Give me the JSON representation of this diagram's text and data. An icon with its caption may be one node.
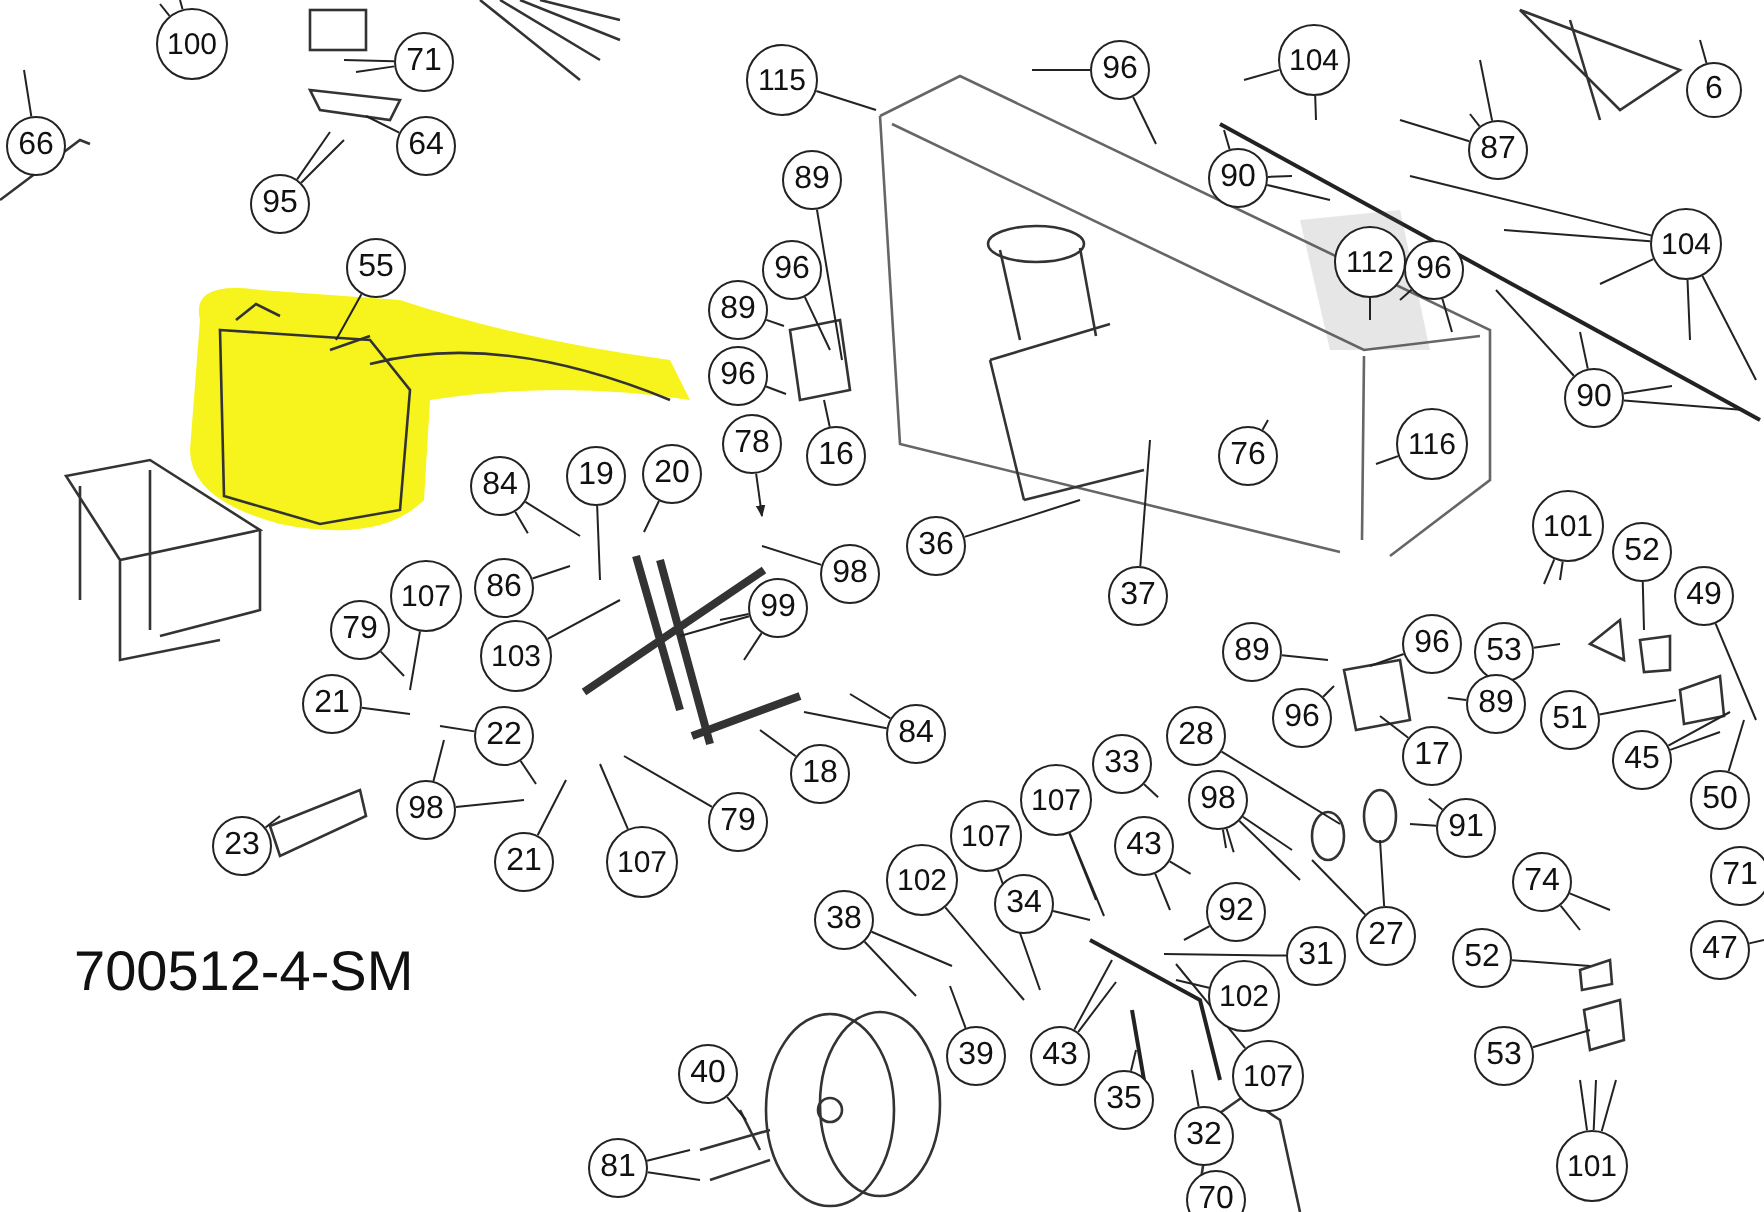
{
  "diagram": {
    "nodes": [
      {
        "text": [
          "100"
        ]
      },
      {
        "text": [
          "71"
        ]
      },
      {
        "text": [
          "66"
        ]
      },
      {
        "text": [
          "64"
        ]
      },
      {
        "text": [
          "95"
        ]
      },
      {
        "text": [
          "55"
        ]
      },
      {
        "text": [
          "115"
        ]
      },
      {
        "text": [
          "96"
        ]
      },
      {
        "text": [
          "104"
        ]
      },
      {
        "text": [
          "87"
        ]
      },
      {
        "text": [
          "6"
        ]
      },
      {
        "text": [
          "90"
        ]
      },
      {
        "text": [
          "104"
        ]
      },
      {
        "text": [
          "89"
        ]
      },
      {
        "text": [
          "96"
        ]
      },
      {
        "text": [
          "89"
        ]
      },
      {
        "text": [
          "112"
        ]
      },
      {
        "text": [
          "96"
        ]
      },
      {
        "text": [
          "96"
        ]
      },
      {
        "text": [
          "16"
        ]
      },
      {
        "text": [
          "78"
        ]
      },
      {
        "text": [
          "116"
        ]
      },
      {
        "text": [
          "90"
        ]
      },
      {
        "text": [
          "76"
        ]
      },
      {
        "text": [
          "84"
        ]
      },
      {
        "text": [
          "19"
        ]
      },
      {
        "text": [
          "20"
        ]
      },
      {
        "text": [
          "86"
        ]
      },
      {
        "text": [
          "98"
        ]
      },
      {
        "text": [
          "99"
        ]
      },
      {
        "text": [
          "103"
        ]
      },
      {
        "text": [
          "107"
        ]
      },
      {
        "text": [
          "79"
        ]
      },
      {
        "text": [
          "21"
        ]
      },
      {
        "text": [
          "22"
        ]
      },
      {
        "text": [
          "98"
        ]
      },
      {
        "text": [
          "23"
        ]
      },
      {
        "text": [
          "21"
        ]
      },
      {
        "text": [
          "107"
        ]
      },
      {
        "text": [
          "79"
        ]
      },
      {
        "text": [
          "18"
        ]
      },
      {
        "text": [
          "84"
        ]
      },
      {
        "text": [
          "36"
        ]
      },
      {
        "text": [
          "37"
        ]
      },
      {
        "text": [
          "101"
        ]
      },
      {
        "text": [
          "52"
        ]
      },
      {
        "text": [
          "49"
        ]
      },
      {
        "text": [
          "89"
        ]
      },
      {
        "text": [
          "96"
        ]
      },
      {
        "text": [
          "53"
        ]
      },
      {
        "text": [
          "96"
        ]
      },
      {
        "text": [
          "89"
        ]
      },
      {
        "text": [
          "17"
        ]
      },
      {
        "text": [
          "51"
        ]
      },
      {
        "text": [
          "45"
        ]
      },
      {
        "text": [
          "50"
        ]
      },
      {
        "text": [
          "28"
        ]
      },
      {
        "text": [
          "33"
        ]
      },
      {
        "text": [
          "98"
        ]
      },
      {
        "text": [
          "107"
        ]
      },
      {
        "text": [
          "91"
        ]
      },
      {
        "text": [
          "43"
        ]
      },
      {
        "text": [
          "107"
        ]
      },
      {
        "text": [
          "102"
        ]
      },
      {
        "text": [
          "34"
        ]
      },
      {
        "text": [
          "92"
        ]
      },
      {
        "text": [
          "38"
        ]
      },
      {
        "text": [
          "31"
        ]
      },
      {
        "text": [
          "27"
        ]
      },
      {
        "text": [
          "102"
        ]
      },
      {
        "text": [
          "39"
        ]
      },
      {
        "text": [
          "43"
        ]
      },
      {
        "text": [
          "107"
        ]
      },
      {
        "text": [
          "35"
        ]
      },
      {
        "text": [
          "32"
        ]
      },
      {
        "text": [
          "40"
        ]
      },
      {
        "text": [
          "81"
        ]
      },
      {
        "text": [
          "70"
        ]
      },
      {
        "text": [
          "101"
        ]
      },
      {
        "text": [
          "74"
        ]
      },
      {
        "text": [
          "52"
        ]
      },
      {
        "text": [
          "53"
        ]
      },
      {
        "text": [
          "71"
        ]
      },
      {
        "text": [
          "47"
        ]
      }
    ],
    "edges": [
      {
        "from": 0,
        "to": null,
        "arrow": "none"
      },
      {
        "from": 0,
        "to": null,
        "arrow": "none"
      },
      {
        "from": 1,
        "to": null,
        "arrow": "none"
      },
      {
        "from": 1,
        "to": null,
        "arrow": "none"
      },
      {
        "from": 2,
        "to": null,
        "arrow": "none"
      },
      {
        "from": 3,
        "to": null,
        "arrow": "none"
      },
      {
        "from": 4,
        "to": null,
        "arrow": "none"
      },
      {
        "from": 4,
        "to": null,
        "arrow": "none"
      },
      {
        "from": 5,
        "to": null,
        "arrow": "none"
      },
      {
        "from": 6,
        "to": null,
        "arrow": "none"
      },
      {
        "from": 7,
        "to": null,
        "arrow": "none"
      },
      {
        "from": 7,
        "to": null,
        "arrow": "none"
      },
      {
        "from": 8,
        "to": null,
        "arrow": "none"
      },
      {
        "from": 8,
        "to": null,
        "arrow": "none"
      },
      {
        "from": 9,
        "to": null,
        "arrow": "none"
      },
      {
        "from": 9,
        "to": null,
        "arrow": "none"
      },
      {
        "from": 9,
        "to": null,
        "arrow": "none"
      },
      {
        "from": 10,
        "to": null,
        "arrow": "none"
      },
      {
        "from": 11,
        "to": null,
        "arrow": "none"
      },
      {
        "from": 11,
        "to": null,
        "arrow": "none"
      },
      {
        "from": 11,
        "to": null,
        "arrow": "none"
      },
      {
        "from": 12,
        "to": null,
        "arrow": "none"
      },
      {
        "from": 12,
        "to": null,
        "arrow": "none"
      },
      {
        "from": 12,
        "to": null,
        "arrow": "none"
      },
      {
        "from": 12,
        "to": null,
        "arrow": "none"
      },
      {
        "from": 12,
        "to": null,
        "arrow": "none"
      },
      {
        "from": 13,
        "to": null,
        "arrow": "none"
      },
      {
        "from": 14,
        "to": null,
        "arrow": "none"
      },
      {
        "from": 15,
        "to": null,
        "arrow": "none"
      },
      {
        "from": 16,
        "to": null,
        "arrow": "none"
      },
      {
        "from": 17,
        "to": null,
        "arrow": "none"
      },
      {
        "from": 17,
        "to": null,
        "arrow": "none"
      },
      {
        "from": 18,
        "to": null,
        "arrow": "none"
      },
      {
        "from": 19,
        "to": null,
        "arrow": "none"
      },
      {
        "from": 20,
        "to": null,
        "arrow": "to"
      },
      {
        "from": 21,
        "to": null,
        "arrow": "none"
      },
      {
        "from": 22,
        "to": null,
        "arrow": "none"
      },
      {
        "from": 22,
        "to": null,
        "arrow": "none"
      },
      {
        "from": 22,
        "to": null,
        "arrow": "none"
      },
      {
        "from": 22,
        "to": null,
        "arrow": "none"
      },
      {
        "from": 23,
        "to": null,
        "arrow": "none"
      },
      {
        "from": 24,
        "to": null,
        "arrow": "none"
      },
      {
        "from": 24,
        "to": null,
        "arrow": "none"
      },
      {
        "from": 25,
        "to": null,
        "arrow": "none"
      },
      {
        "from": 26,
        "to": null,
        "arrow": "none"
      },
      {
        "from": 27,
        "to": null,
        "arrow": "none"
      },
      {
        "from": 28,
        "to": null,
        "arrow": "none"
      },
      {
        "from": 29,
        "to": null,
        "arrow": "none"
      },
      {
        "from": 29,
        "to": null,
        "arrow": "none"
      },
      {
        "from": 29,
        "to": null,
        "arrow": "none"
      },
      {
        "from": 30,
        "to": null,
        "arrow": "none"
      },
      {
        "from": 31,
        "to": null,
        "arrow": "none"
      },
      {
        "from": 32,
        "to": null,
        "arrow": "none"
      },
      {
        "from": 33,
        "to": null,
        "arrow": "none"
      },
      {
        "from": 34,
        "to": null,
        "arrow": "none"
      },
      {
        "from": 34,
        "to": null,
        "arrow": "none"
      },
      {
        "from": 35,
        "to": null,
        "arrow": "none"
      },
      {
        "from": 35,
        "to": null,
        "arrow": "none"
      },
      {
        "from": 36,
        "to": null,
        "arrow": "none"
      },
      {
        "from": 37,
        "to": null,
        "arrow": "none"
      },
      {
        "from": 38,
        "to": null,
        "arrow": "none"
      },
      {
        "from": 39,
        "to": null,
        "arrow": "none"
      },
      {
        "from": 40,
        "to": null,
        "arrow": "none"
      },
      {
        "from": 41,
        "to": null,
        "arrow": "none"
      },
      {
        "from": 41,
        "to": null,
        "arrow": "none"
      },
      {
        "from": 42,
        "to": null,
        "arrow": "none"
      },
      {
        "from": 43,
        "to": null,
        "arrow": "none"
      },
      {
        "from": 44,
        "to": null,
        "arrow": "none"
      },
      {
        "from": 44,
        "to": null,
        "arrow": "none"
      },
      {
        "from": 45,
        "to": null,
        "arrow": "none"
      },
      {
        "from": 46,
        "to": null,
        "arrow": "none"
      },
      {
        "from": 47,
        "to": null,
        "arrow": "none"
      },
      {
        "from": 48,
        "to": null,
        "arrow": "none"
      },
      {
        "from": 49,
        "to": null,
        "arrow": "none"
      },
      {
        "from": 50,
        "to": null,
        "arrow": "none"
      },
      {
        "from": 51,
        "to": null,
        "arrow": "none"
      },
      {
        "from": 52,
        "to": null,
        "arrow": "none"
      },
      {
        "from": 53,
        "to": null,
        "arrow": "none"
      },
      {
        "from": 54,
        "to": null,
        "arrow": "none"
      },
      {
        "from": 54,
        "to": null,
        "arrow": "none"
      },
      {
        "from": 55,
        "to": null,
        "arrow": "none"
      },
      {
        "from": 56,
        "to": null,
        "arrow": "none"
      },
      {
        "from": 57,
        "to": null,
        "arrow": "none"
      },
      {
        "from": 58,
        "to": null,
        "arrow": "none"
      },
      {
        "from": 58,
        "to": null,
        "arrow": "none"
      },
      {
        "from": 58,
        "to": null,
        "arrow": "none"
      },
      {
        "from": 58,
        "to": null,
        "arrow": "none"
      },
      {
        "from": 59,
        "to": null,
        "arrow": "none"
      },
      {
        "from": 59,
        "to": null,
        "arrow": "none"
      },
      {
        "from": 60,
        "to": null,
        "arrow": "none"
      },
      {
        "from": 60,
        "to": null,
        "arrow": "none"
      },
      {
        "from": 61,
        "to": null,
        "arrow": "none"
      },
      {
        "from": 61,
        "to": null,
        "arrow": "none"
      },
      {
        "from": 62,
        "to": null,
        "arrow": "none"
      },
      {
        "from": 63,
        "to": null,
        "arrow": "none"
      },
      {
        "from": 64,
        "to": null,
        "arrow": "none"
      },
      {
        "from": 65,
        "to": null,
        "arrow": "none"
      },
      {
        "from": 66,
        "to": null,
        "arrow": "none"
      },
      {
        "from": 66,
        "to": null,
        "arrow": "none"
      },
      {
        "from": 67,
        "to": null,
        "arrow": "none"
      },
      {
        "from": 68,
        "to": null,
        "arrow": "none"
      },
      {
        "from": 68,
        "to": null,
        "arrow": "none"
      },
      {
        "from": 69,
        "to": null,
        "arrow": "none"
      },
      {
        "from": 70,
        "to": null,
        "arrow": "none"
      },
      {
        "from": 71,
        "to": null,
        "arrow": "none"
      },
      {
        "from": 71,
        "to": null,
        "arrow": "none"
      },
      {
        "from": 72,
        "to": null,
        "arrow": "none"
      },
      {
        "from": 73,
        "to": null,
        "arrow": "none"
      },
      {
        "from": 74,
        "to": null,
        "arrow": "none"
      },
      {
        "from": 75,
        "to": null,
        "arrow": "none"
      },
      {
        "from": 76,
        "to": null,
        "arrow": "none"
      },
      {
        "from": 76,
        "to": null,
        "arrow": "none"
      },
      {
        "from": 78,
        "to": null,
        "arrow": "none"
      },
      {
        "from": 78,
        "to": null,
        "arrow": "none"
      },
      {
        "from": 78,
        "to": null,
        "arrow": "none"
      },
      {
        "from": 79,
        "to": null,
        "arrow": "none"
      },
      {
        "from": 79,
        "to": null,
        "arrow": "none"
      },
      {
        "from": 80,
        "to": null,
        "arrow": "none"
      },
      {
        "from": 81,
        "to": null,
        "arrow": "none"
      },
      {
        "from": 83,
        "to": null,
        "arrow": "none"
      }
    ],
    "labels": [
      "700512-4-SM"
    ]
  }
}
